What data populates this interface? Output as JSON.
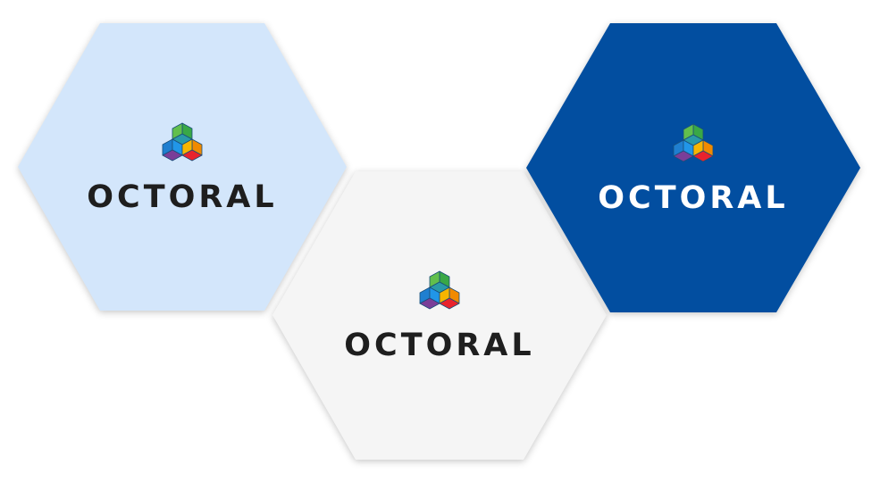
{
  "brand": {
    "wordmark": "OCTORAL"
  },
  "tiles": [
    {
      "id": "light-blue",
      "background": "#d3e6fb",
      "text_color": "#1e1e1e"
    },
    {
      "id": "light-gray",
      "background": "#f5f5f5",
      "text_color": "#1e1e1e"
    },
    {
      "id": "dark-blue",
      "background": "#024ea0",
      "text_color": "#ffffff"
    }
  ],
  "logo_colors": {
    "green": "#39a846",
    "teal": "#2a9aa8",
    "blue": "#2196e8",
    "yellow": "#f7b500",
    "purple": "#7a3e98",
    "red": "#e8232d",
    "outline": "#1a4f7a"
  }
}
